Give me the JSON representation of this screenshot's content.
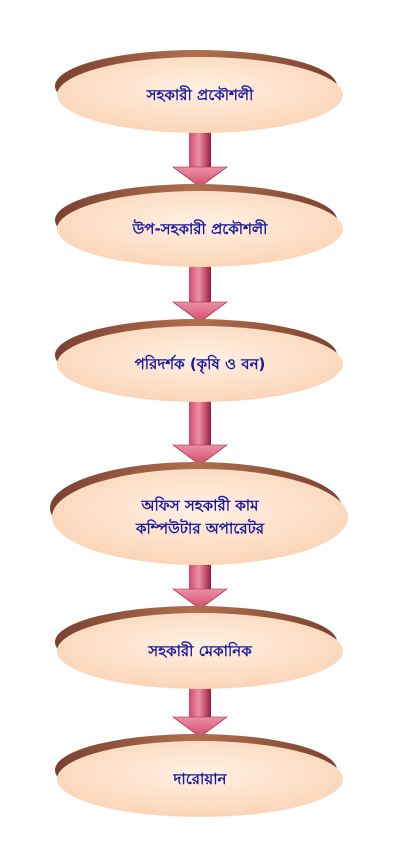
{
  "diagram": {
    "type": "vertical-hierarchy-flowchart",
    "colors": {
      "node_fill_light": "#fff1e4",
      "node_fill_mid": "#fbd3b4",
      "node_shadow": "#b07050",
      "node_shadow_dark": "#7a4030",
      "text": "#1a1aa0",
      "arrow_light": "#ee90a4",
      "arrow_mid": "#d04a6c",
      "arrow_dark": "#94203c"
    },
    "nodes": [
      {
        "id": "node-1",
        "lines": [
          "সহকারী প্রকৌশলী"
        ]
      },
      {
        "id": "node-2",
        "lines": [
          "উপ-সহকারী প্রকৌশলী"
        ]
      },
      {
        "id": "node-3",
        "lines": [
          "পরিদর্শক (কৃষি ও বন)"
        ]
      },
      {
        "id": "node-4",
        "lines": [
          "অফিস সহকারী কাম",
          "কম্পিউটার অপারেটর"
        ]
      },
      {
        "id": "node-5",
        "lines": [
          "সহকারী মেকানিক"
        ]
      },
      {
        "id": "node-6",
        "lines": [
          "দারোয়ান"
        ]
      }
    ],
    "edges": [
      {
        "from": "node-1",
        "to": "node-2"
      },
      {
        "from": "node-2",
        "to": "node-3"
      },
      {
        "from": "node-3",
        "to": "node-4"
      },
      {
        "from": "node-4",
        "to": "node-5"
      },
      {
        "from": "node-5",
        "to": "node-6"
      }
    ]
  }
}
